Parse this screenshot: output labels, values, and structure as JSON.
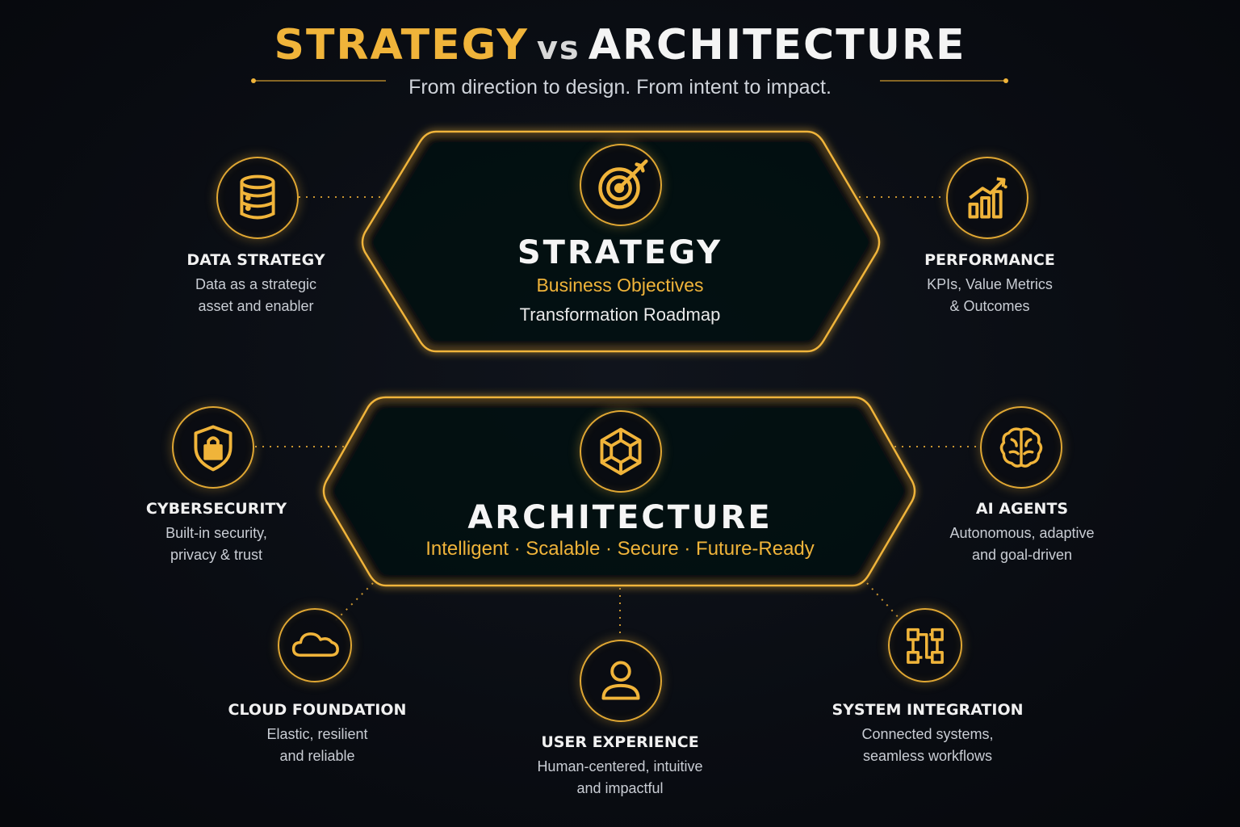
{
  "header": {
    "title_strategy": "STRATEGY",
    "title_vs": "vs",
    "title_architecture": "ARCHITECTURE",
    "subtitle": "From direction to design. From intent to impact."
  },
  "strategy": {
    "title": "STRATEGY",
    "line1": "Business Objectives",
    "line2": "Transformation Roadmap",
    "icon": "target-icon"
  },
  "architecture": {
    "title": "ARCHITECTURE",
    "tagline": "Intelligent · Scalable · Secure · Future-Ready",
    "icon": "cube-network-icon"
  },
  "nodes": {
    "data_strategy": {
      "title": "DATA STRATEGY",
      "line1": "Data as a strategic",
      "line2": "asset and enabler",
      "icon": "database-icon"
    },
    "performance": {
      "title": "PERFORMANCE",
      "line1": "KPIs, Value Metrics",
      "line2": "& Outcomes",
      "icon": "bar-chart-icon"
    },
    "cybersecurity": {
      "title": "CYBERSECURITY",
      "line1": "Built-in security,",
      "line2": "privacy & trust",
      "icon": "shield-lock-icon"
    },
    "ai_agents": {
      "title": "AI AGENTS",
      "line1": "Autonomous, adaptive",
      "line2": "and goal-driven",
      "icon": "brain-icon"
    },
    "cloud_foundation": {
      "title": "CLOUD FOUNDATION",
      "line1": "Elastic, resilient",
      "line2": "and reliable",
      "icon": "cloud-icon"
    },
    "user_experience": {
      "title": "USER EXPERIENCE",
      "line1": "Human-centered, intuitive",
      "line2": "and impactful",
      "icon": "user-icon"
    },
    "system_integration": {
      "title": "SYSTEM INTEGRATION",
      "line1": "Connected systems,",
      "line2": "seamless workflows",
      "icon": "integration-icon"
    }
  },
  "colors": {
    "accent": "#f0b43a",
    "background": "#0a0d13",
    "text": "#f1f1f1",
    "muted_text": "#c9cdd4"
  }
}
